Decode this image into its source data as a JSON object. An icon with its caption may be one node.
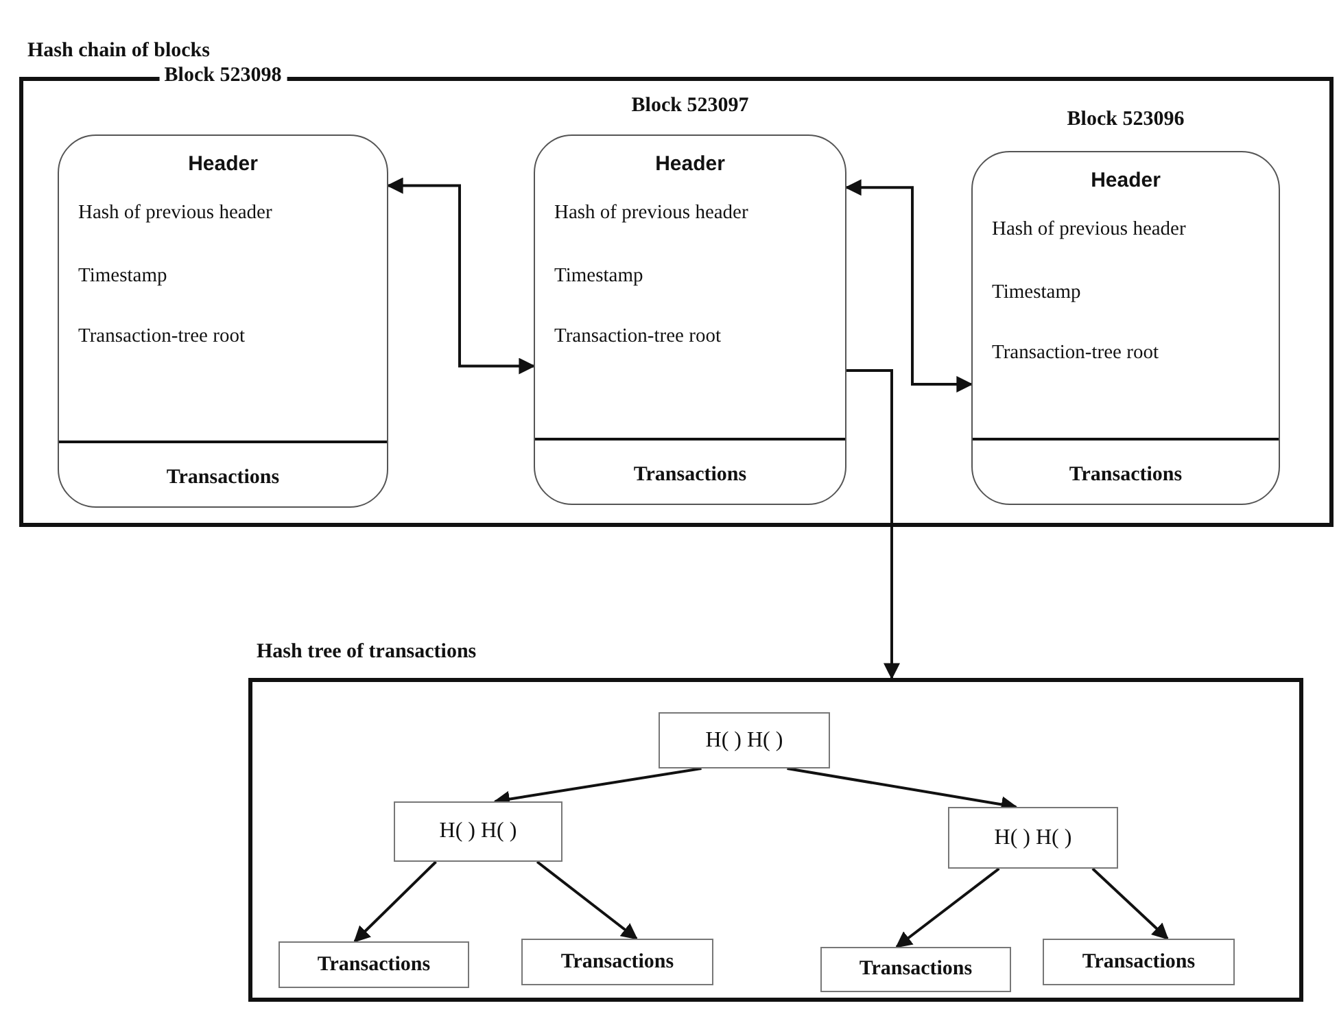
{
  "diagram": {
    "nodes": [
      {
        "text": [
          "Hash chain of blocks"
        ]
      },
      {
        "text": [
          "Block 523098",
          "Header",
          "Hash of previous header",
          "Timestamp",
          "Transaction-tree root",
          "Transactions"
        ],
        "in": 0
      },
      {
        "text": [
          "Block 523097",
          "Header",
          "Hash of previous header",
          "Timestamp",
          "Transaction-tree root",
          "Transactions"
        ],
        "in": 0
      },
      {
        "text": [
          "Block 523096",
          "Header",
          "Hash of previous header",
          "Timestamp",
          "Transaction-tree root",
          "Transactions"
        ],
        "in": 0
      },
      {
        "text": [
          "Hash tree of transactions"
        ]
      },
      {
        "text": [
          "H( ) H( )"
        ],
        "in": 4
      },
      {
        "text": [
          "H( ) H( )"
        ],
        "in": 4
      },
      {
        "text": [
          "H( ) H( )"
        ],
        "in": 4
      },
      {
        "text": [
          "Transactions"
        ],
        "in": 4
      },
      {
        "text": [
          "Transactions"
        ],
        "in": 4
      },
      {
        "text": [
          "Transactions"
        ],
        "in": 4
      },
      {
        "text": [
          "Transactions"
        ],
        "in": 4
      }
    ],
    "edges": [
      {
        "from": 1,
        "to": 2,
        "arrow": "both"
      },
      {
        "from": 2,
        "to": 3,
        "arrow": "both"
      },
      {
        "from": 2,
        "to": 4,
        "arrow": "to"
      },
      {
        "from": 5,
        "to": 6,
        "arrow": "to"
      },
      {
        "from": 5,
        "to": 7,
        "arrow": "to"
      },
      {
        "from": 6,
        "to": 8,
        "arrow": "to"
      },
      {
        "from": 6,
        "to": 9,
        "arrow": "to"
      },
      {
        "from": 7,
        "to": 10,
        "arrow": "to"
      },
      {
        "from": 7,
        "to": 11,
        "arrow": "to"
      }
    ]
  }
}
